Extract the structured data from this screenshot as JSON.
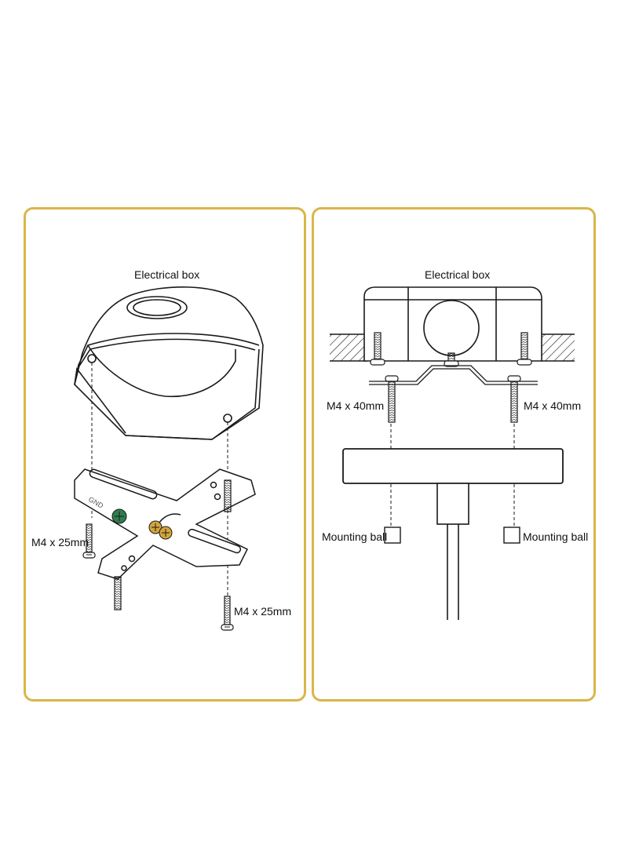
{
  "colors": {
    "panel_border": "#d9b649",
    "line": "#1a1a1a",
    "ground_screw": "#2f7d4f",
    "terminal_screw": "#d4a53c"
  },
  "left_panel": {
    "box_label": "Electrical box",
    "screw_label_left": "M4 x 25mm",
    "screw_label_right": "M4 x 25mm",
    "bracket_marking": "GND"
  },
  "right_panel": {
    "box_label": "Electrical box",
    "screw_label_left": "M4 x 40mm",
    "screw_label_right": "M4 x 40mm",
    "ball_label_left": "Mounting ball",
    "ball_label_right": "Mounting ball"
  }
}
